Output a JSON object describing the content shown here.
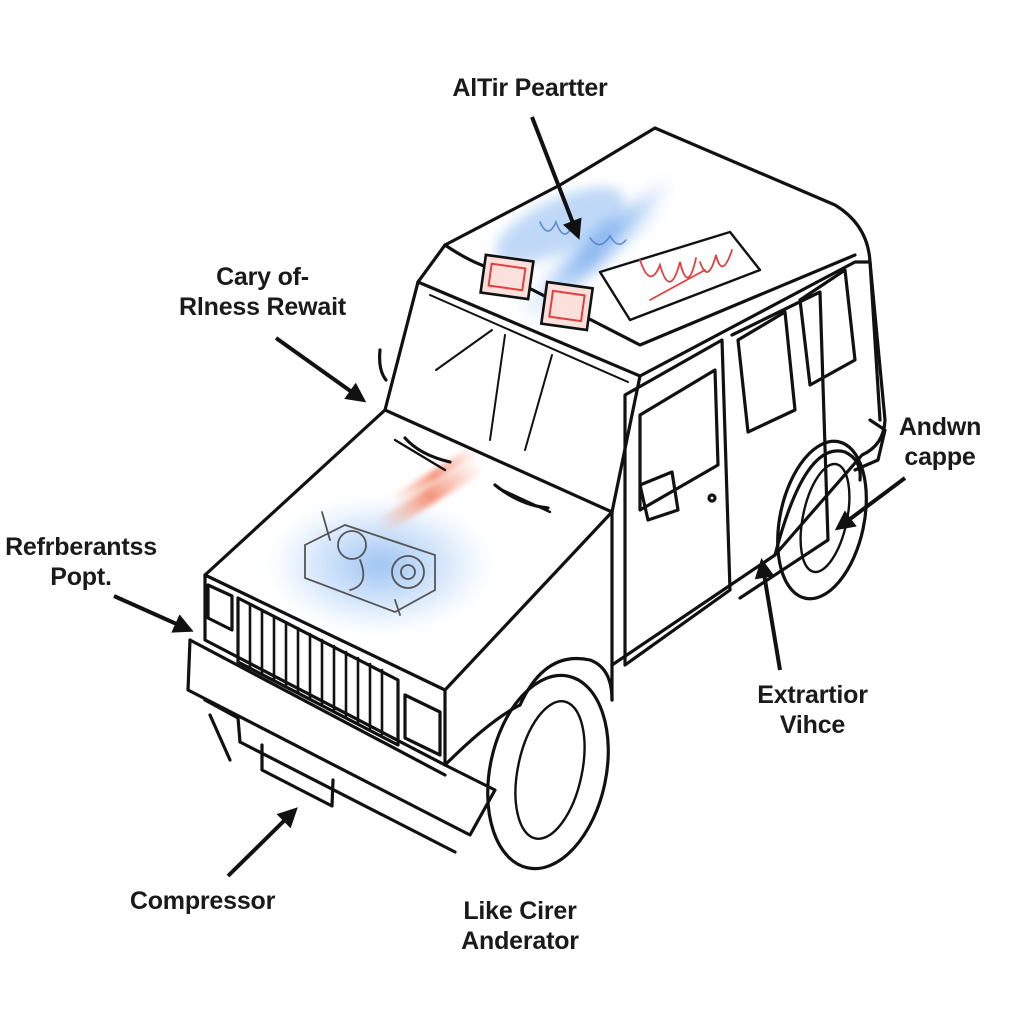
{
  "labels": {
    "top": {
      "lines": [
        "AlTir Peartter"
      ]
    },
    "upper_left": {
      "lines": [
        "Cary of-",
        "Rlness Rewait"
      ]
    },
    "right_upper": {
      "lines": [
        "Andwn",
        "cappe"
      ]
    },
    "left": {
      "lines": [
        "Refrberantss",
        "Popt."
      ]
    },
    "right_lower": {
      "lines": [
        "Extrartior",
        "Vihce"
      ]
    },
    "bottom_left": {
      "lines": [
        "Compressor"
      ]
    },
    "bottom_center": {
      "lines": [
        "Like Cirer",
        "Anderator"
      ]
    }
  },
  "colors": {
    "outline": "#111111",
    "cool_air": "#4a90e8",
    "warm_air": "#f08a6a",
    "component_tint": "#e04040"
  }
}
